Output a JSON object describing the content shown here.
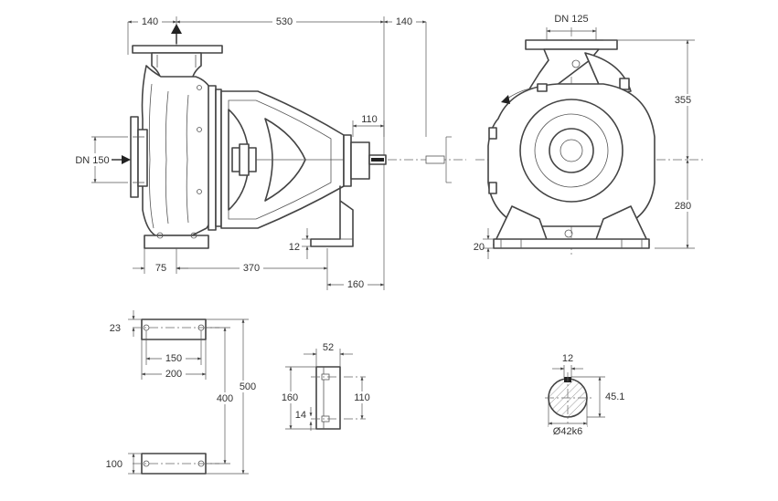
{
  "drawing": {
    "side_view": {
      "dims_top": [
        "140",
        "530",
        "140"
      ],
      "shaft_length": "110",
      "suction_label": "DN 150",
      "foot_height": "12",
      "dims_bottom": [
        "75",
        "370",
        "160"
      ]
    },
    "front_view": {
      "discharge_label": "DN 125",
      "height_upper": "355",
      "height_lower": "280",
      "foot_thickness": "20"
    },
    "foot_plan": {
      "hole_offset": "23",
      "inner_width": "150",
      "outer_width": "200",
      "spacing_inner": "400",
      "spacing_outer": "500",
      "foot_depth": "100"
    },
    "bracket_foot": {
      "width": "52",
      "height": "160",
      "hole_spacing": "110",
      "hole_size": "14"
    },
    "shaft_section": {
      "key_width": "12",
      "key_height": "45.1",
      "diameter": "Ø42k6"
    }
  }
}
